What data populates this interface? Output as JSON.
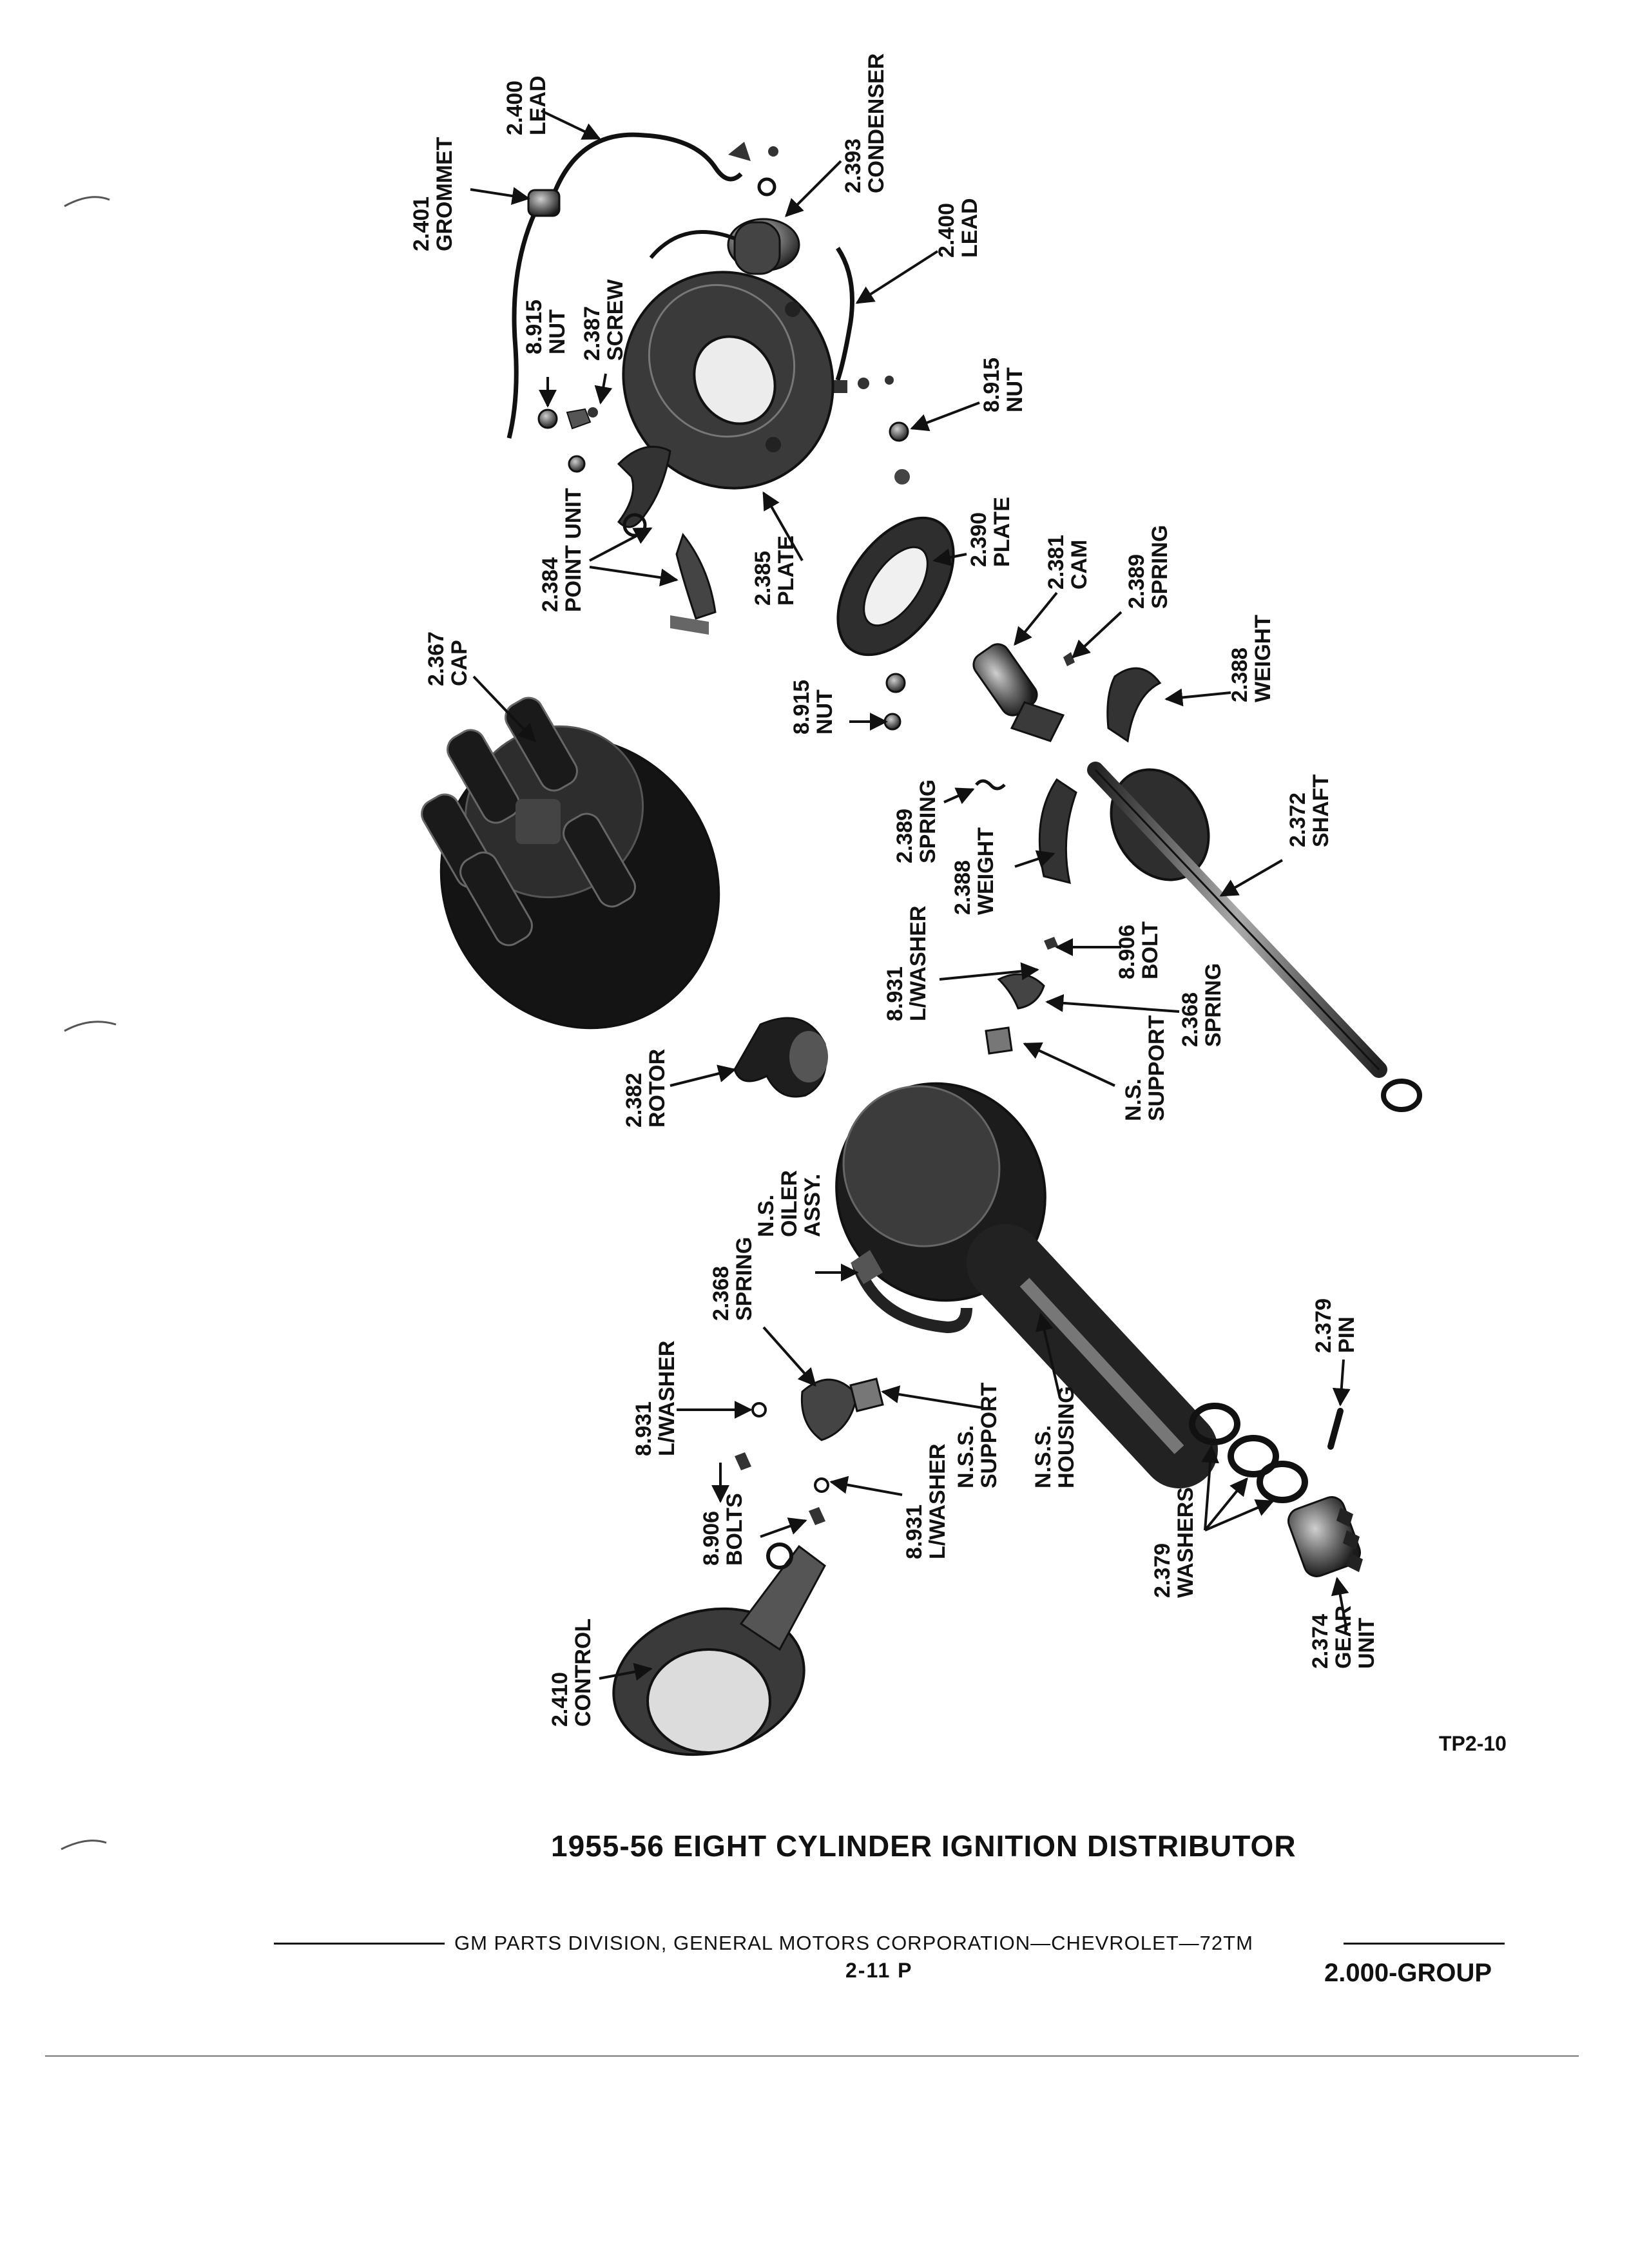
{
  "callouts": {
    "lead_top": {
      "num": "2.400",
      "name": "LEAD"
    },
    "grommet": {
      "num": "2.401",
      "name": "GROMMET"
    },
    "condenser": {
      "num": "2.393",
      "name": "CONDENSER"
    },
    "lead_right": {
      "num": "2.400",
      "name": "LEAD"
    },
    "nut_left": {
      "num": "8.915",
      "name": "NUT"
    },
    "screw": {
      "num": "2.387",
      "name": "SCREW"
    },
    "nut_right": {
      "num": "8.915",
      "name": "NUT"
    },
    "point_unit": {
      "num": "2.384",
      "name": "POINT UNIT"
    },
    "plate_large": {
      "num": "2.385",
      "name": "PLATE"
    },
    "plate_small": {
      "num": "2.390",
      "name": "PLATE"
    },
    "cam": {
      "num": "2.381",
      "name": "CAM"
    },
    "spring_upper": {
      "num": "2.389",
      "name": "SPRING"
    },
    "cap": {
      "num": "2.367",
      "name": "CAP"
    },
    "weight_upper": {
      "num": "2.388",
      "name": "WEIGHT"
    },
    "nut_mid": {
      "num": "8.915",
      "name": "NUT"
    },
    "spring_mid": {
      "num": "2.389",
      "name": "SPRING"
    },
    "shaft": {
      "num": "2.372",
      "name": "SHAFT"
    },
    "weight_lower": {
      "num": "2.388",
      "name": "WEIGHT"
    },
    "lwasher_upper": {
      "num": "8.931",
      "name": "L/WASHER"
    },
    "bolt": {
      "num": "8.906",
      "name": "BOLT"
    },
    "spring_368_upper": {
      "num": "2.368",
      "name": "SPRING"
    },
    "ns_support": {
      "num": "N.S.",
      "name": "SUPPORT"
    },
    "rotor": {
      "num": "2.382",
      "name": "ROTOR"
    },
    "oiler": {
      "num": "N.S.",
      "name": "OILER",
      "extra": "ASSY."
    },
    "spring_368_lower": {
      "num": "2.368",
      "name": "SPRING"
    },
    "lwasher_left": {
      "num": "8.931",
      "name": "L/WASHER"
    },
    "nss_support": {
      "num": "N.S.S.",
      "name": "SUPPORT"
    },
    "nss_housing": {
      "num": "N.S.S.",
      "name": "HOUSING"
    },
    "pin": {
      "num": "2.379",
      "name": "PIN"
    },
    "bolts": {
      "num": "8.906",
      "name": "BOLTS"
    },
    "lwasher_lower": {
      "num": "8.931",
      "name": "L/WASHER"
    },
    "washers": {
      "num": "2.379",
      "name": "WASHERS"
    },
    "gear_unit": {
      "num": "2.374",
      "name": "GEAR",
      "extra": "UNIT"
    },
    "control": {
      "num": "2.410",
      "name": "CONTROL"
    }
  },
  "figure_code": "TP2-10",
  "title": "1955-56 EIGHT CYLINDER IGNITION DISTRIBUTOR",
  "footer": {
    "division": "GM PARTS DIVISION, GENERAL MOTORS CORPORATION—CHEVROLET—72TM",
    "page": "2-11 P",
    "group": "2.000-GROUP"
  }
}
